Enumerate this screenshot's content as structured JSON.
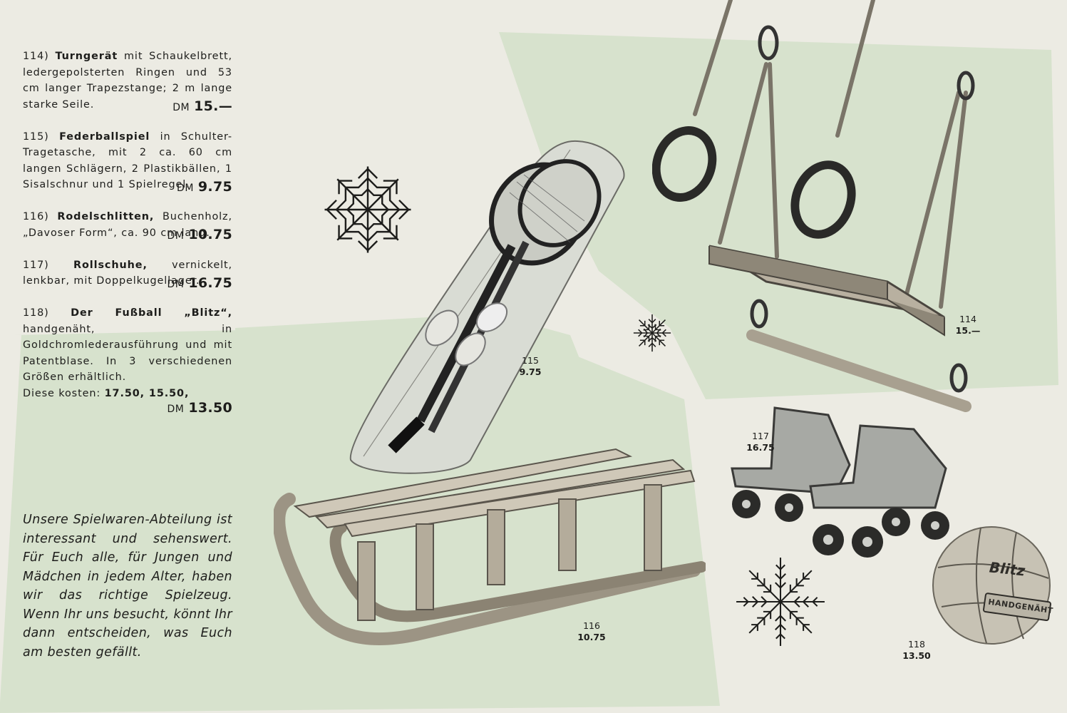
{
  "items": [
    {
      "num": "114)",
      "name": "Turngerät",
      "desc": " mit Schaukelbrett, ledergepolsterten Ringen und 53 cm langer Trapezstange; 2 m lange starke Seile.",
      "currency": "DM",
      "price": "15.—"
    },
    {
      "num": "115)",
      "name": "Federballspiel",
      "desc": " in Schulter-Tragetasche, mit 2 ca. 60 cm langen Schlägern, 2 Plastikbällen, 1 Sisalschnur und 1 Spielregel.",
      "currency": "DM",
      "price": "9.75"
    },
    {
      "num": "116)",
      "name": "Rodelschlitten,",
      "desc": " Buchenholz, „Davoser Form“, ca. 90 cm lang.",
      "currency": "DM",
      "price": "10.75"
    },
    {
      "num": "117)",
      "name": "Rollschuhe,",
      "desc": " vernickelt, lenkbar, mit Doppelkugellager.",
      "currency": "DM",
      "price": "16.75"
    },
    {
      "num": "118)",
      "name": "Der Fußball „Blitz“,",
      "desc": " handgenäht, in Goldchromlederausführung und mit Patentblase. In 3 verschiedenen Größen erhältlich.",
      "extra_prefix": "Diese kosten: ",
      "extra_prices": "17.50, 15.50,",
      "currency": "DM",
      "price": "13.50"
    }
  ],
  "promo": "Unsere Spielwaren-Abteilung ist interessant und sehenswert. Für Euch alle, für Jungen und Mädchen in jedem Alter, haben wir das richtige Spielzeug. Wenn Ihr uns besucht, könnt Ihr dann entscheiden, was Euch am besten gefällt.",
  "labels": [
    {
      "num": "114",
      "price": "15.—"
    },
    {
      "num": "115",
      "price": "9.75"
    },
    {
      "num": "116",
      "price": "10.75"
    },
    {
      "num": "117",
      "price": "16.75"
    },
    {
      "num": "118",
      "price": "13.50"
    }
  ],
  "ball_text": {
    "brand": "Blitz",
    "stamp": "HANDGENÄHT"
  },
  "colors": {
    "paper": "#ecebe3",
    "green": "#d7e2cd",
    "ink": "#1d1d1b"
  }
}
